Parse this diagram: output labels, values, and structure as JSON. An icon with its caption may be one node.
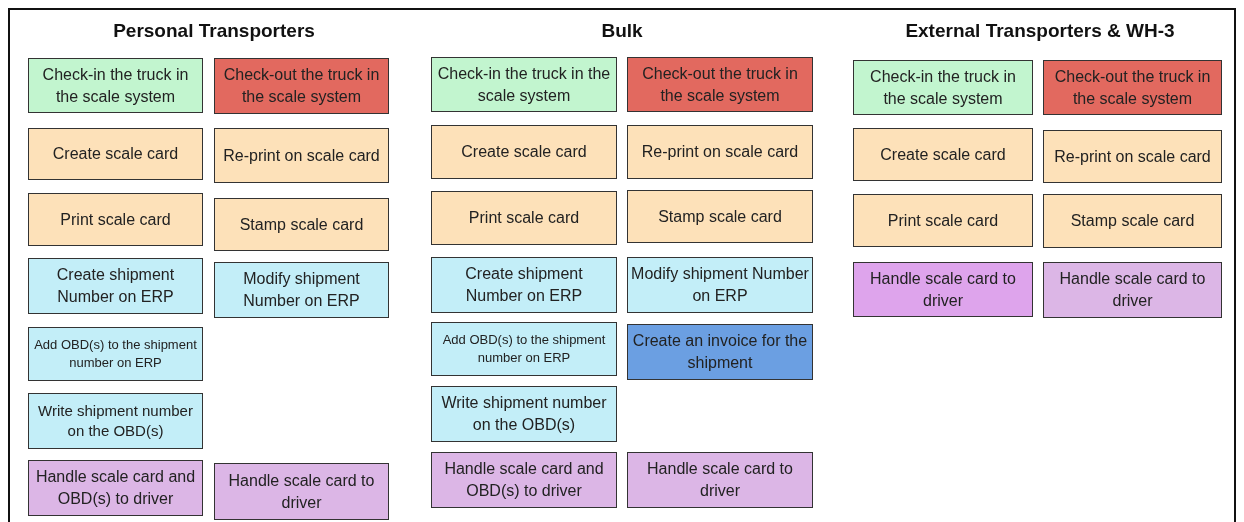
{
  "diagram": {
    "nodes": [
      {
        "text": [
          "Check-in the truck in the scale system"
        ]
      },
      {
        "text": [
          "Check-out the truck in the scale system"
        ]
      },
      {
        "text": [
          "Create scale card"
        ]
      },
      {
        "text": [
          "Re-print on scale card"
        ]
      },
      {
        "text": [
          "Print scale card"
        ]
      },
      {
        "text": [
          "Stamp scale card"
        ]
      },
      {
        "text": [
          "Create shipment Number on ERP"
        ]
      },
      {
        "text": [
          "Modify shipment Number on ERP"
        ]
      },
      {
        "text": [
          "Add OBD(s) to the shipment number on ERP"
        ]
      },
      {
        "text": [
          "Write shipment number on the OBD(s)"
        ]
      },
      {
        "text": [
          "Handle scale card and OBD(s) to driver"
        ]
      },
      {
        "text": [
          "Handle scale card to driver"
        ]
      },
      {
        "text": [
          "Check-in the truck in the scale system"
        ]
      },
      {
        "text": [
          "Check-out the truck in the scale system"
        ]
      },
      {
        "text": [
          "Create scale card"
        ]
      },
      {
        "text": [
          "Re-print on scale card"
        ]
      },
      {
        "text": [
          "Print scale card"
        ]
      },
      {
        "text": [
          "Stamp scale card"
        ]
      },
      {
        "text": [
          "Create shipment Number on ERP"
        ]
      },
      {
        "text": [
          "Modify shipment Number on ERP"
        ]
      },
      {
        "text": [
          "Add OBD(s) to the shipment number on ERP"
        ]
      },
      {
        "text": [
          "Create an invoice for the shipment"
        ]
      },
      {
        "text": [
          "Write shipment number on the OBD(s)"
        ]
      },
      {
        "text": [
          "Handle scale card and OBD(s) to driver"
        ]
      },
      {
        "text": [
          "Handle scale card to driver"
        ]
      },
      {
        "text": [
          "Check-in the truck in the scale system"
        ]
      },
      {
        "text": [
          "Check-out the truck in the scale system"
        ]
      },
      {
        "text": [
          "Create scale card"
        ]
      },
      {
        "text": [
          "Re-print on scale card"
        ]
      },
      {
        "text": [
          "Print scale card"
        ]
      },
      {
        "text": [
          "Stamp scale card"
        ]
      },
      {
        "text": [
          "Handle scale card to driver"
        ]
      },
      {
        "text": [
          "Handle scale card to driver"
        ]
      }
    ],
    "labels": [
      "Personal Transporters",
      "Bulk",
      "External Transporters & WH-3"
    ]
  }
}
